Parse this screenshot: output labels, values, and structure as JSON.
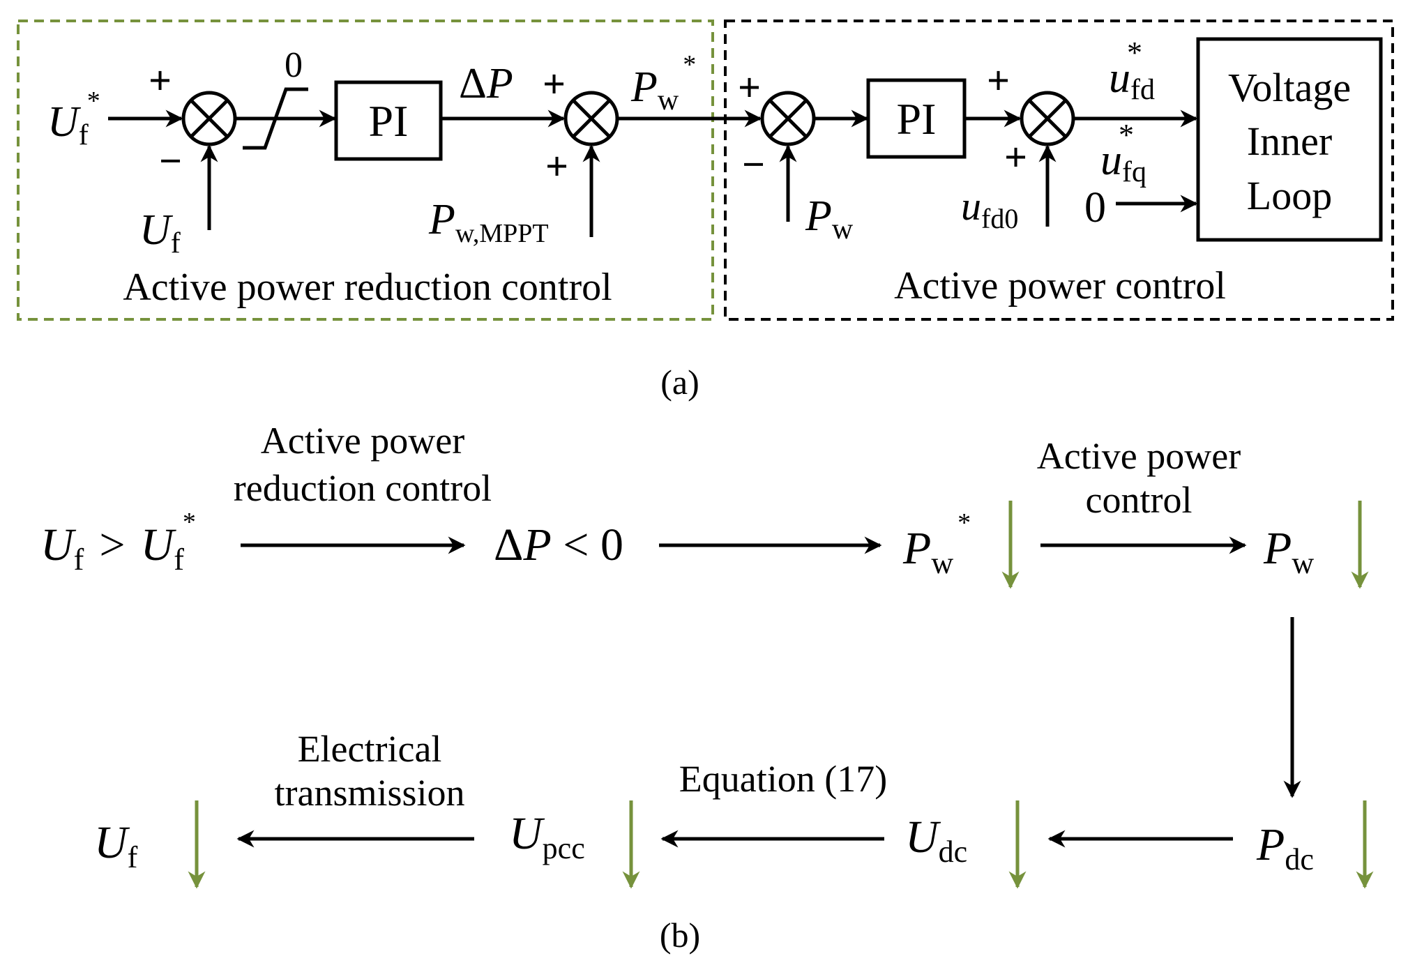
{
  "panel_a": {
    "caption": "(a)",
    "reduction_box": {
      "title": "Active power reduction control",
      "border_color": "#76923c",
      "U_ref_main": "U",
      "U_ref_sub": "f",
      "U_ref_sup": "*",
      "U_fb_main": "U",
      "U_fb_sub": "f",
      "sum1_plus": "+",
      "sum1_minus": "−",
      "limiter_label": "0",
      "pi_label": "PI",
      "deltaP_delta": "Δ",
      "deltaP_main": "P",
      "sum2_plus_top": "+",
      "sum2_plus_bottom": "+",
      "Pmppt_main": "P",
      "Pmppt_sub": "w,MPPT",
      "Pw_ref_main": "P",
      "Pw_ref_sub": "w",
      "Pw_ref_sup": "*"
    },
    "power_box": {
      "title": "Active power control",
      "border_color": "#000000",
      "sum3_plus": "+",
      "sum3_minus": "−",
      "Pw_main": "P",
      "Pw_sub": "w",
      "pi_label": "PI",
      "sum4_plus_top": "+",
      "sum4_plus_bottom": "+",
      "ufd0_main": "u",
      "ufd0_sub": "fd0",
      "ufd_main": "u",
      "ufd_sub": "fd",
      "ufd_sup": "*",
      "ufq_main": "u",
      "ufq_sub": "fq",
      "ufq_sup": "*",
      "ufq_value": "0",
      "inner_loop_line1": "Voltage",
      "inner_loop_line2": "Inner",
      "inner_loop_line3": "Loop"
    }
  },
  "panel_b": {
    "caption": "(b)",
    "arrow_color": "#76923c",
    "cond_U1_main": "U",
    "cond_U1_sub": "f",
    "cond_gt": ">",
    "cond_U2_main": "U",
    "cond_U2_sub": "f",
    "cond_U2_sup": "*",
    "label1_line1": "Active power",
    "label1_line2": "reduction control",
    "dP_delta": "Δ",
    "dP_main": "P",
    "dP_rest": " < 0",
    "Pwref_main": "P",
    "Pwref_sub": "w",
    "Pwref_sup": "*",
    "label2_line1": "Active power",
    "label2_line2": "control",
    "Pw_main": "P",
    "Pw_sub": "w",
    "Pdc_main": "P",
    "Pdc_sub": "dc",
    "Udc_main": "U",
    "Udc_sub": "dc",
    "label3": "Equation (17)",
    "Upcc_main": "U",
    "Upcc_sub": "pcc",
    "label4_line1": "Electrical",
    "label4_line2": "transmission",
    "Uf_main": "U",
    "Uf_sub": "f"
  }
}
